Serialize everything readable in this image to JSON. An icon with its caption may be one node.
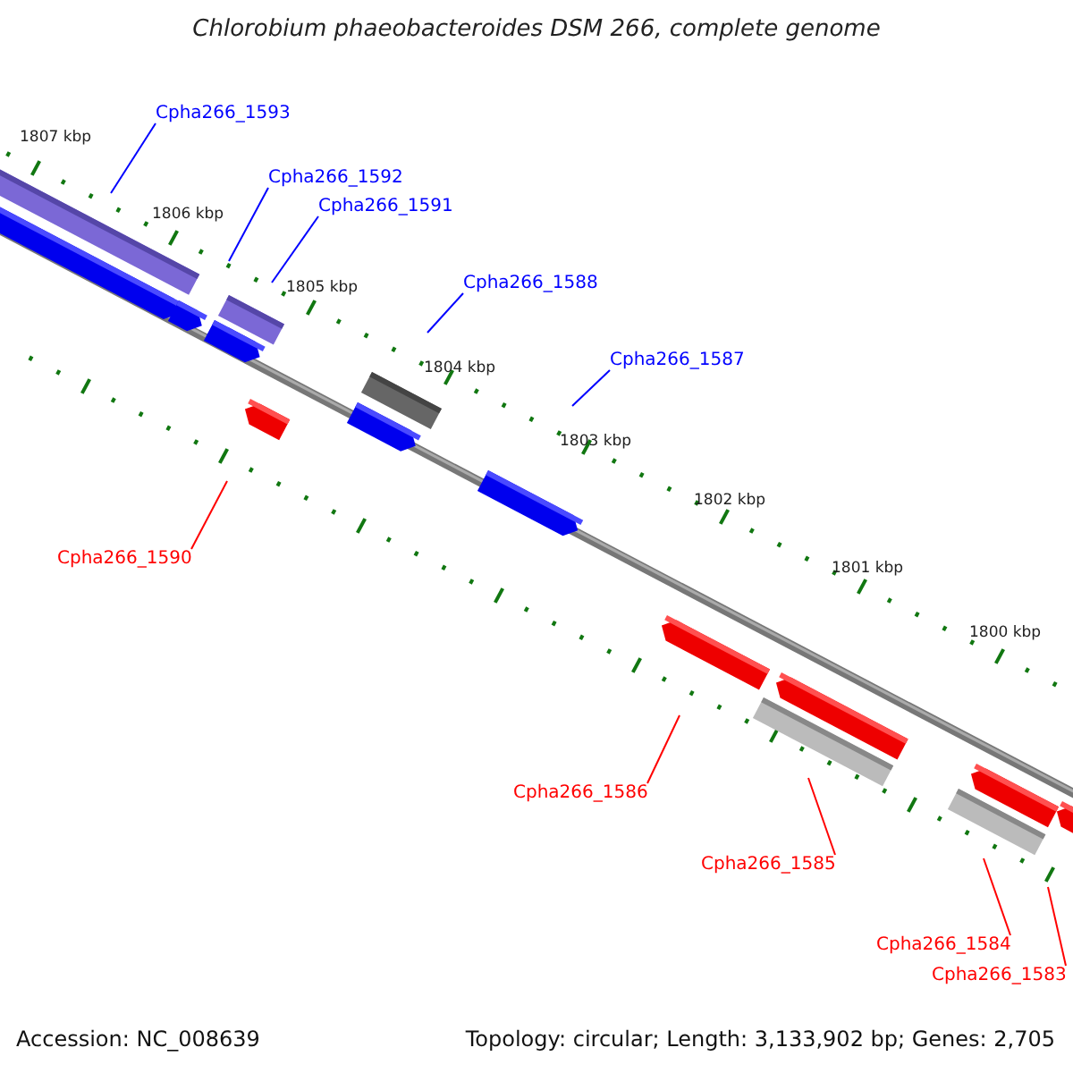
{
  "diagram": {
    "title": "Chlorobium phaeobacteroides DSM 266, complete genome",
    "nodes": [
      {
        "text": [
          "Cpha266_1593"
        ]
      },
      {
        "text": [
          "Cpha266_1592"
        ]
      },
      {
        "text": [
          "Cpha266_1591"
        ]
      },
      {
        "text": [
          "Cpha266_1588"
        ]
      },
      {
        "text": [
          "Cpha266_1587"
        ]
      },
      {
        "text": [
          "Cpha266_1590"
        ]
      },
      {
        "text": [
          "Cpha266_1586"
        ]
      },
      {
        "text": [
          "Cpha266_1585"
        ]
      },
      {
        "text": [
          "Cpha266_1584"
        ]
      },
      {
        "text": [
          "Cpha266_1583"
        ]
      }
    ],
    "edges": [
      {
        "from": 0,
        "to": null,
        "arrow": "none",
        "color": "#0000ff"
      },
      {
        "from": 1,
        "to": null,
        "arrow": "none",
        "color": "#0000ff"
      },
      {
        "from": 2,
        "to": null,
        "arrow": "none",
        "color": "#0000ff"
      },
      {
        "from": 3,
        "to": null,
        "arrow": "none",
        "color": "#0000ff"
      },
      {
        "from": 4,
        "to": null,
        "arrow": "none",
        "color": "#0000ff"
      },
      {
        "from": 5,
        "to": null,
        "arrow": "none",
        "color": "#ff0000"
      },
      {
        "from": 6,
        "to": null,
        "arrow": "none",
        "color": "#ff0000"
      },
      {
        "from": 7,
        "to": null,
        "arrow": "none",
        "color": "#ff0000"
      },
      {
        "from": 8,
        "to": null,
        "arrow": "none",
        "color": "#ff0000"
      },
      {
        "from": 9,
        "to": null,
        "arrow": "none",
        "color": "#ff0000"
      }
    ],
    "labels": [
      "1807 kbp",
      "1806 kbp",
      "1805 kbp",
      "1804 kbp",
      "1803 kbp",
      "1802 kbp",
      "1801 kbp",
      "1800 kbp",
      "Accession: NC_008639",
      "Topology: circular; Length: 3,133,902 bp; Genes: 2,705"
    ]
  }
}
